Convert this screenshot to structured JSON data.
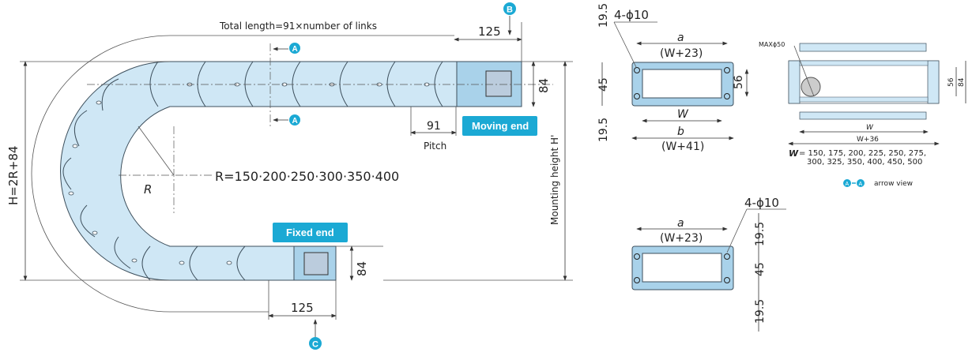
{
  "side_view": {
    "total_length": "Total length=91×number of links",
    "top_pitch_len": "125",
    "bottom_pitch_len": "125",
    "height_top": "84",
    "height_bottom": "84",
    "pitch_value": "91",
    "pitch_label": "Pitch",
    "moving_end": "Moving  end",
    "fixed_end": "Fixed  end",
    "radius_symbol": "R",
    "radius_values": "R=150·200·250·300·350·400",
    "overall_height": "H=2R+84",
    "mounting_height": "Mounting height  H'",
    "marker_a": "A",
    "marker_b": "B",
    "marker_c": "C"
  },
  "moving_bracket": {
    "holes": "4-ϕ10",
    "a": "a",
    "a_formula": "(W+23)",
    "w": "W",
    "b": "b",
    "b_formula": "(W+41)",
    "top_margin": "19.5",
    "hole_spacing": "45",
    "bottom_margin": "19.5",
    "inner_height": "56"
  },
  "fixed_bracket": {
    "holes": "4-ϕ10",
    "a": "a",
    "a_formula": "(W+23)",
    "top_margin": "19.5",
    "hole_spacing": "45",
    "bottom_margin": "19.5"
  },
  "section_view": {
    "max_dia": "MAXϕ50",
    "inner": "56",
    "outer": "84",
    "w": "W",
    "w36": "W+36",
    "w_label": "W",
    "w_values_1": "= 150, 175, 200, 225, 250, 275,",
    "w_values_2": "300, 325, 350, 400, 450, 500",
    "legend_marker": "A",
    "legend_text": "arrow view"
  },
  "colors": {
    "accent": "#1ba9d4",
    "link_fill": "#cfe7f5"
  }
}
